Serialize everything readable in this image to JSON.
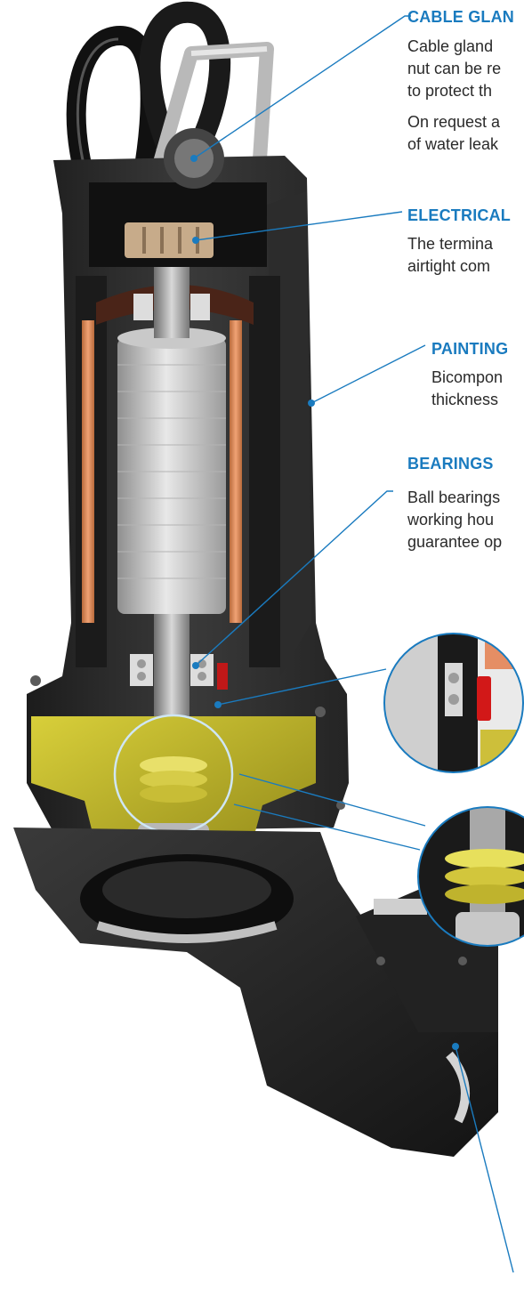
{
  "accent_color": "#1a7bbf",
  "callouts": {
    "cable_gland": {
      "title": "CABLE GLAN",
      "lines": [
        "Cable gland",
        "nut can be re",
        "to protect th",
        "On request a",
        "of water leak"
      ]
    },
    "electrical": {
      "title": "ELECTRICAL",
      "lines": [
        "The termina",
        "airtight com"
      ]
    },
    "painting": {
      "title": "PAINTING",
      "lines": [
        "Bicompon",
        "thickness"
      ]
    },
    "bearings": {
      "title": "BEARINGS",
      "lines": [
        "Ball bearings",
        "working hou",
        "guarantee op"
      ]
    }
  },
  "icons": [
    "cable-gland-pointer",
    "terminal-pointer",
    "painting-pointer",
    "bearing-pointer",
    "seal-pointer",
    "volute-pointer"
  ]
}
